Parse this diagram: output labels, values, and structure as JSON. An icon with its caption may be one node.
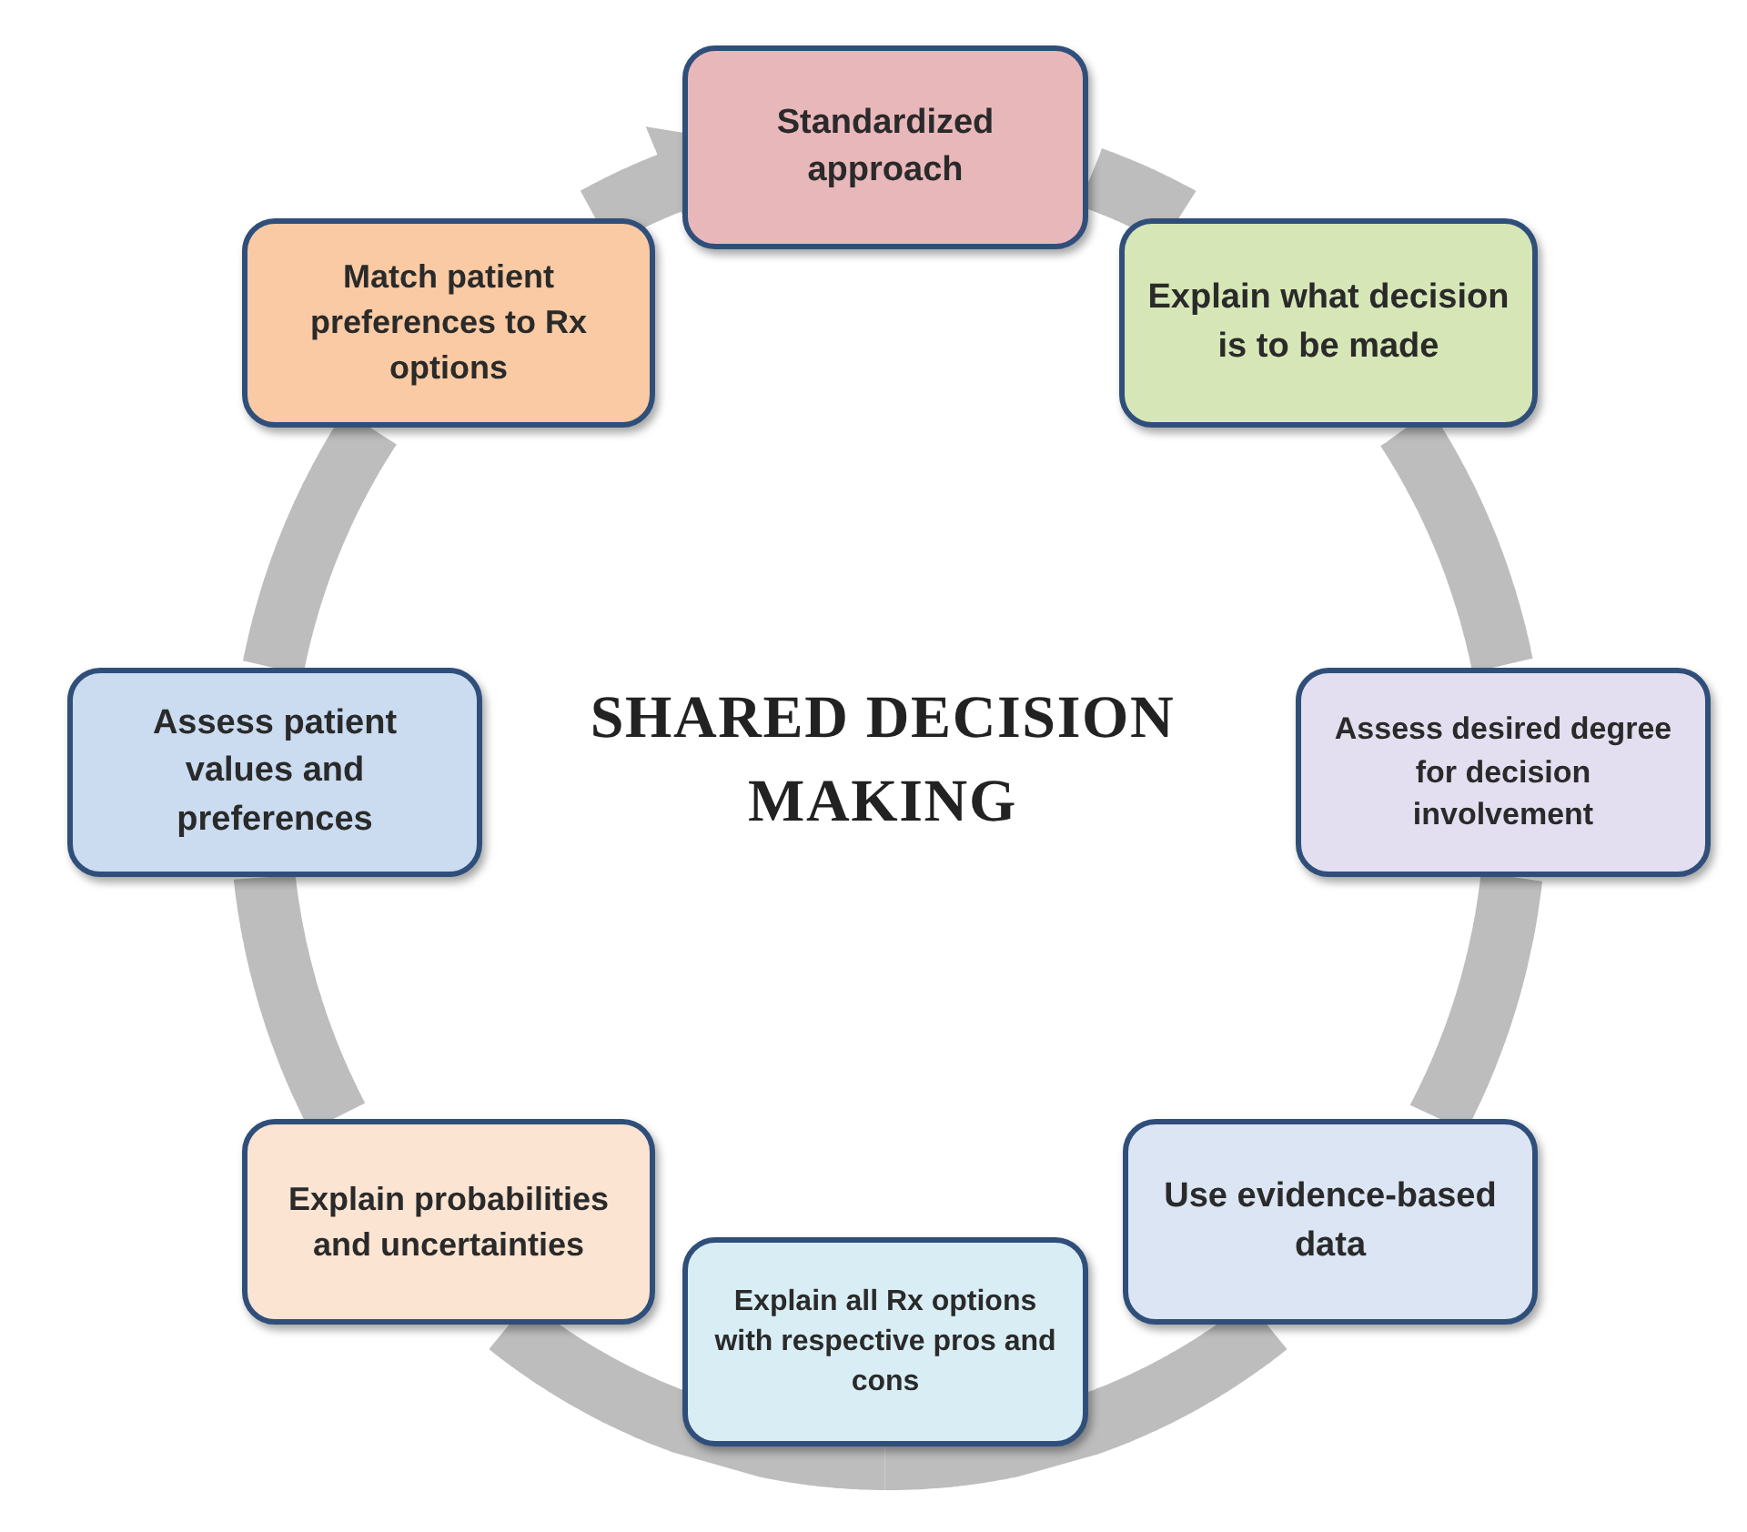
{
  "diagram": {
    "title": "SHARED DECISION MAKING",
    "nodes": [
      {
        "text": [
          "Standardized approach"
        ]
      },
      {
        "text": [
          "Explain what decision is to be made"
        ]
      },
      {
        "text": [
          "Assess desired degree for decision involvement"
        ]
      },
      {
        "text": [
          "Use evidence-based data"
        ]
      },
      {
        "text": [
          "Explain all Rx options with respective pros and cons"
        ]
      },
      {
        "text": [
          "Explain probabilities and uncertainties"
        ]
      },
      {
        "text": [
          "Assess patient values and preferences"
        ]
      },
      {
        "text": [
          "Match patient preferences to Rx options"
        ]
      }
    ],
    "edges": [
      {
        "from": 0,
        "to": 1,
        "arrow": "none"
      },
      {
        "from": 1,
        "to": 2,
        "arrow": "none"
      },
      {
        "from": 2,
        "to": 3,
        "arrow": "none"
      },
      {
        "from": 3,
        "to": 4,
        "arrow": "none"
      },
      {
        "from": 4,
        "to": 5,
        "arrow": "none"
      },
      {
        "from": 5,
        "to": 6,
        "arrow": "none"
      },
      {
        "from": 6,
        "to": 7,
        "arrow": "none"
      },
      {
        "from": 7,
        "to": 0,
        "arrow": "to"
      }
    ]
  }
}
